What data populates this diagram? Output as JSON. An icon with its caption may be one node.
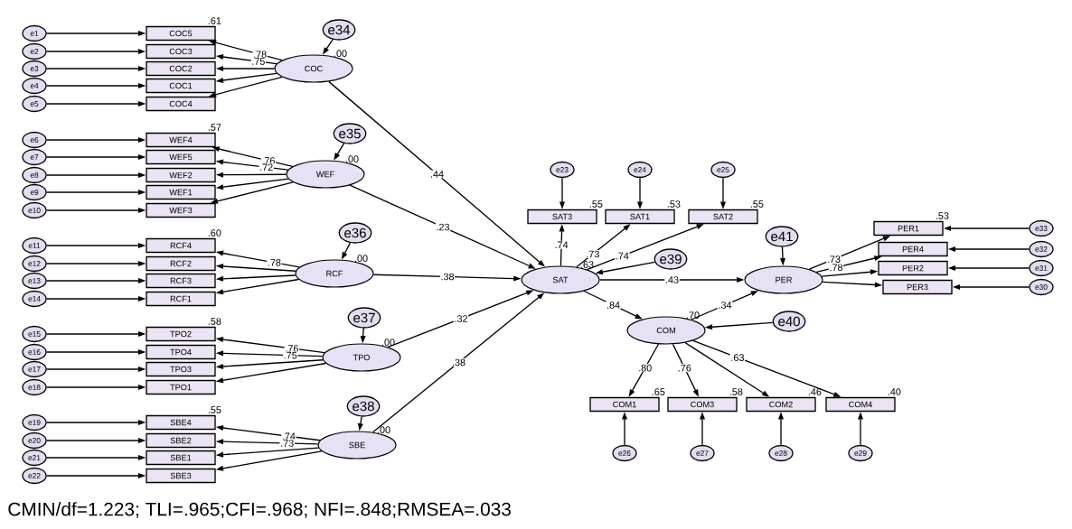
{
  "diagram": {
    "caption": "CMIN/df=1.223; TLI=.965;CFI=.968; NFI=.848;RMSEA=.033",
    "nodes": [
      {
        "text": [
          "e1"
        ]
      },
      {
        "text": [
          "e2"
        ]
      },
      {
        "text": [
          "e3"
        ]
      },
      {
        "text": [
          "e4"
        ]
      },
      {
        "text": [
          "e5"
        ]
      },
      {
        "text": [
          "COC5"
        ],
        "beside": [
          ".61"
        ]
      },
      {
        "text": [
          "COC3"
        ]
      },
      {
        "text": [
          "COC2"
        ]
      },
      {
        "text": [
          "COC1"
        ]
      },
      {
        "text": [
          "COC4"
        ]
      },
      {
        "text": [
          "COC"
        ],
        "beside": [
          ".00"
        ]
      },
      {
        "text": [
          "e34"
        ]
      },
      {
        "text": [
          "e6"
        ]
      },
      {
        "text": [
          "e7"
        ]
      },
      {
        "text": [
          "e8"
        ]
      },
      {
        "text": [
          "e9"
        ]
      },
      {
        "text": [
          "e10"
        ]
      },
      {
        "text": [
          "WEF4"
        ],
        "beside": [
          ".57"
        ]
      },
      {
        "text": [
          "WEF5"
        ]
      },
      {
        "text": [
          "WEF2"
        ]
      },
      {
        "text": [
          "WEF1"
        ]
      },
      {
        "text": [
          "WEF3"
        ]
      },
      {
        "text": [
          "WEF"
        ],
        "beside": [
          ".00"
        ]
      },
      {
        "text": [
          "e35"
        ]
      },
      {
        "text": [
          "e11"
        ]
      },
      {
        "text": [
          "e12"
        ]
      },
      {
        "text": [
          "e13"
        ]
      },
      {
        "text": [
          "e14"
        ]
      },
      {
        "text": [
          "RCF4"
        ],
        "beside": [
          ".60"
        ]
      },
      {
        "text": [
          "RCF2"
        ]
      },
      {
        "text": [
          "RCF3"
        ]
      },
      {
        "text": [
          "RCF1"
        ]
      },
      {
        "text": [
          "RCF"
        ],
        "beside": [
          ".00"
        ]
      },
      {
        "text": [
          "e36"
        ]
      },
      {
        "text": [
          "e15"
        ]
      },
      {
        "text": [
          "e16"
        ]
      },
      {
        "text": [
          "e17"
        ]
      },
      {
        "text": [
          "e18"
        ]
      },
      {
        "text": [
          "TPO2"
        ],
        "beside": [
          ".58"
        ]
      },
      {
        "text": [
          "TPO4"
        ]
      },
      {
        "text": [
          "TPO3"
        ]
      },
      {
        "text": [
          "TPO1"
        ]
      },
      {
        "text": [
          "TPO"
        ],
        "beside": [
          ".00"
        ]
      },
      {
        "text": [
          "e37"
        ]
      },
      {
        "text": [
          "e19"
        ]
      },
      {
        "text": [
          "e20"
        ]
      },
      {
        "text": [
          "e21"
        ]
      },
      {
        "text": [
          "e22"
        ]
      },
      {
        "text": [
          "SBE4"
        ],
        "beside": [
          ".55"
        ]
      },
      {
        "text": [
          "SBE2"
        ]
      },
      {
        "text": [
          "SBE1"
        ]
      },
      {
        "text": [
          "SBE3"
        ]
      },
      {
        "text": [
          "SBE"
        ],
        "beside": [
          ".00"
        ]
      },
      {
        "text": [
          "e38"
        ]
      },
      {
        "text": [
          "e23"
        ]
      },
      {
        "text": [
          "e24"
        ]
      },
      {
        "text": [
          "e25"
        ]
      },
      {
        "text": [
          "SAT3"
        ],
        "beside": [
          ".55"
        ]
      },
      {
        "text": [
          "SAT1"
        ],
        "beside": [
          ".53"
        ]
      },
      {
        "text": [
          "SAT2"
        ],
        "beside": [
          ".55"
        ]
      },
      {
        "text": [
          "SAT"
        ],
        "beside": [
          ".63"
        ]
      },
      {
        "text": [
          "e39"
        ]
      },
      {
        "text": [
          "PER"
        ]
      },
      {
        "text": [
          "e41"
        ]
      },
      {
        "text": [
          "PER1"
        ],
        "beside": [
          ".53"
        ]
      },
      {
        "text": [
          "PER4"
        ]
      },
      {
        "text": [
          "PER2"
        ]
      },
      {
        "text": [
          "PER3"
        ]
      },
      {
        "text": [
          "e33"
        ]
      },
      {
        "text": [
          "e32"
        ]
      },
      {
        "text": [
          "e31"
        ]
      },
      {
        "text": [
          "e30"
        ]
      },
      {
        "text": [
          "COM"
        ],
        "beside": [
          ".70"
        ]
      },
      {
        "text": [
          "e40"
        ]
      },
      {
        "text": [
          "COM1"
        ],
        "beside": [
          ".65"
        ]
      },
      {
        "text": [
          "COM3"
        ],
        "beside": [
          ".58"
        ]
      },
      {
        "text": [
          "COM2"
        ],
        "beside": [
          ".46"
        ]
      },
      {
        "text": [
          "COM4"
        ],
        "beside": [
          ".40"
        ]
      },
      {
        "text": [
          "e26"
        ]
      },
      {
        "text": [
          "e27"
        ]
      },
      {
        "text": [
          "e28"
        ]
      },
      {
        "text": [
          "e29"
        ]
      }
    ],
    "edges": [
      {
        "from": 0,
        "to": 5,
        "arrow": "to"
      },
      {
        "from": 1,
        "to": 6,
        "arrow": "to"
      },
      {
        "from": 2,
        "to": 7,
        "arrow": "to"
      },
      {
        "from": 3,
        "to": 8,
        "arrow": "to"
      },
      {
        "from": 4,
        "to": 9,
        "arrow": "to"
      },
      {
        "from": 10,
        "to": 5,
        "arrow": "to",
        "label": ".78"
      },
      {
        "from": 10,
        "to": 6,
        "arrow": "to",
        "label": ".75"
      },
      {
        "from": 10,
        "to": 7,
        "arrow": "to"
      },
      {
        "from": 10,
        "to": 8,
        "arrow": "to"
      },
      {
        "from": 10,
        "to": 9,
        "arrow": "to"
      },
      {
        "from": 11,
        "to": 10,
        "arrow": "to"
      },
      {
        "from": 12,
        "to": 17,
        "arrow": "to"
      },
      {
        "from": 13,
        "to": 18,
        "arrow": "to"
      },
      {
        "from": 14,
        "to": 19,
        "arrow": "to"
      },
      {
        "from": 15,
        "to": 20,
        "arrow": "to"
      },
      {
        "from": 16,
        "to": 21,
        "arrow": "to"
      },
      {
        "from": 22,
        "to": 17,
        "arrow": "to",
        "label": ".76"
      },
      {
        "from": 22,
        "to": 18,
        "arrow": "to",
        "label": ".72"
      },
      {
        "from": 22,
        "to": 19,
        "arrow": "to"
      },
      {
        "from": 22,
        "to": 20,
        "arrow": "to"
      },
      {
        "from": 22,
        "to": 21,
        "arrow": "to"
      },
      {
        "from": 23,
        "to": 22,
        "arrow": "to"
      },
      {
        "from": 24,
        "to": 28,
        "arrow": "to"
      },
      {
        "from": 25,
        "to": 29,
        "arrow": "to"
      },
      {
        "from": 26,
        "to": 30,
        "arrow": "to"
      },
      {
        "from": 27,
        "to": 31,
        "arrow": "to"
      },
      {
        "from": 32,
        "to": 28,
        "arrow": "to",
        "label": ".78"
      },
      {
        "from": 32,
        "to": 29,
        "arrow": "to"
      },
      {
        "from": 32,
        "to": 30,
        "arrow": "to"
      },
      {
        "from": 32,
        "to": 31,
        "arrow": "to"
      },
      {
        "from": 33,
        "to": 32,
        "arrow": "to"
      },
      {
        "from": 34,
        "to": 38,
        "arrow": "to"
      },
      {
        "from": 35,
        "to": 39,
        "arrow": "to"
      },
      {
        "from": 36,
        "to": 40,
        "arrow": "to"
      },
      {
        "from": 37,
        "to": 41,
        "arrow": "to"
      },
      {
        "from": 42,
        "to": 38,
        "arrow": "to",
        "label": ".76"
      },
      {
        "from": 42,
        "to": 39,
        "arrow": "to",
        "label": ".75"
      },
      {
        "from": 42,
        "to": 40,
        "arrow": "to"
      },
      {
        "from": 42,
        "to": 41,
        "arrow": "to"
      },
      {
        "from": 43,
        "to": 42,
        "arrow": "to"
      },
      {
        "from": 44,
        "to": 48,
        "arrow": "to"
      },
      {
        "from": 45,
        "to": 49,
        "arrow": "to"
      },
      {
        "from": 46,
        "to": 50,
        "arrow": "to"
      },
      {
        "from": 47,
        "to": 51,
        "arrow": "to"
      },
      {
        "from": 52,
        "to": 48,
        "arrow": "to",
        "label": ".74"
      },
      {
        "from": 52,
        "to": 49,
        "arrow": "to",
        "label": ".73"
      },
      {
        "from": 52,
        "to": 50,
        "arrow": "to"
      },
      {
        "from": 52,
        "to": 51,
        "arrow": "to"
      },
      {
        "from": 53,
        "to": 52,
        "arrow": "to"
      },
      {
        "from": 10,
        "to": 60,
        "arrow": "to",
        "label": ".44"
      },
      {
        "from": 22,
        "to": 60,
        "arrow": "to",
        "label": ".23"
      },
      {
        "from": 32,
        "to": 60,
        "arrow": "to",
        "label": ".38"
      },
      {
        "from": 42,
        "to": 60,
        "arrow": "to",
        "label": ".32"
      },
      {
        "from": 52,
        "to": 60,
        "arrow": "to",
        "label": ".38"
      },
      {
        "from": 54,
        "to": 57,
        "arrow": "to"
      },
      {
        "from": 55,
        "to": 58,
        "arrow": "to"
      },
      {
        "from": 56,
        "to": 59,
        "arrow": "to"
      },
      {
        "from": 60,
        "to": 57,
        "arrow": "to",
        "label": ".74"
      },
      {
        "from": 60,
        "to": 58,
        "arrow": "to",
        "label": ".73"
      },
      {
        "from": 60,
        "to": 59,
        "arrow": "to",
        "label": ".74"
      },
      {
        "from": 61,
        "to": 60,
        "arrow": "to"
      },
      {
        "from": 60,
        "to": 62,
        "arrow": "to",
        "label": ".43"
      },
      {
        "from": 60,
        "to": 72,
        "arrow": "to",
        "label": ".84"
      },
      {
        "from": 72,
        "to": 62,
        "arrow": "to",
        "label": ".34"
      },
      {
        "from": 63,
        "to": 62,
        "arrow": "to"
      },
      {
        "from": 62,
        "to": 64,
        "arrow": "to",
        "label": ".73"
      },
      {
        "from": 62,
        "to": 65,
        "arrow": "to",
        "label": ".78"
      },
      {
        "from": 62,
        "to": 66,
        "arrow": "to"
      },
      {
        "from": 62,
        "to": 67,
        "arrow": "to"
      },
      {
        "from": 68,
        "to": 64,
        "arrow": "to"
      },
      {
        "from": 69,
        "to": 65,
        "arrow": "to"
      },
      {
        "from": 70,
        "to": 66,
        "arrow": "to"
      },
      {
        "from": 71,
        "to": 67,
        "arrow": "to"
      },
      {
        "from": 73,
        "to": 72,
        "arrow": "to"
      },
      {
        "from": 72,
        "to": 74,
        "arrow": "to",
        "label": ".80"
      },
      {
        "from": 72,
        "to": 75,
        "arrow": "to",
        "label": ".76"
      },
      {
        "from": 72,
        "to": 76,
        "arrow": "to"
      },
      {
        "from": 72,
        "to": 77,
        "arrow": "to",
        "label": ".63"
      },
      {
        "from": 78,
        "to": 74,
        "arrow": "to"
      },
      {
        "from": 79,
        "to": 75,
        "arrow": "to"
      },
      {
        "from": 80,
        "to": 76,
        "arrow": "to"
      },
      {
        "from": 81,
        "to": 77,
        "arrow": "to"
      }
    ]
  }
}
